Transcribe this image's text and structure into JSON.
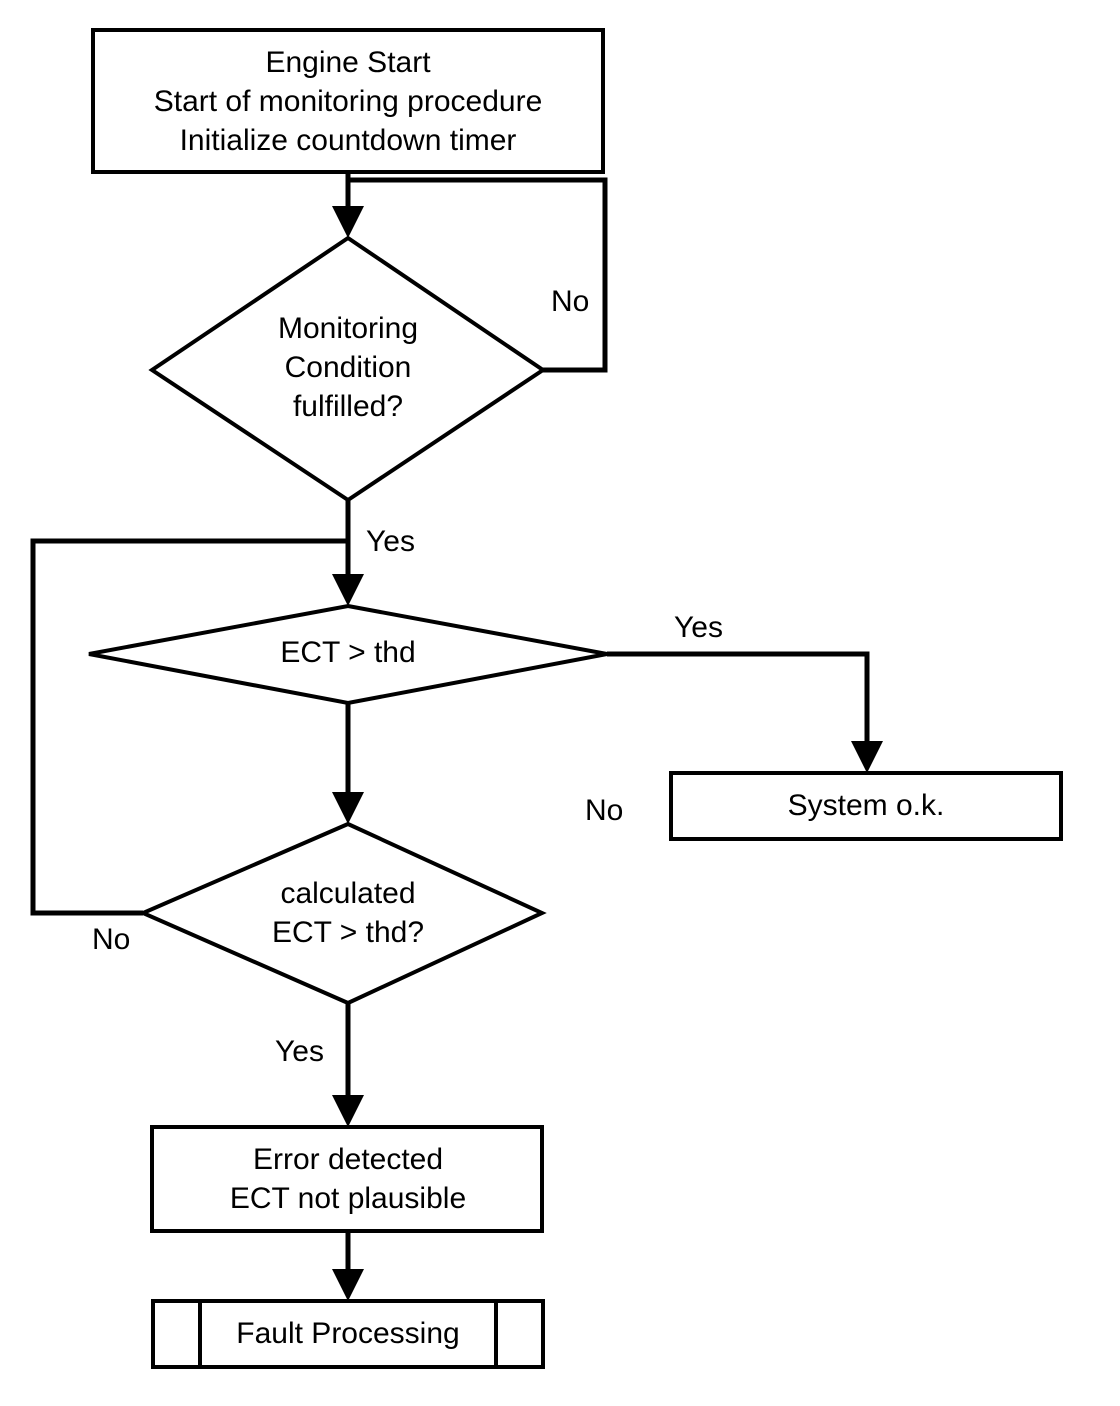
{
  "diagram": {
    "title": "ECT monitoring procedure flowchart",
    "background_color": "#ffffff",
    "line_color": "#000000",
    "nodes": {
      "start": {
        "shape": "process",
        "lines": [
          "Engine Start",
          "Start of monitoring procedure",
          "Initialize countdown timer"
        ]
      },
      "monitoring_condition": {
        "shape": "decision",
        "lines": [
          "Monitoring",
          "Condition",
          "fulfilled?"
        ]
      },
      "ect_gt_thd": {
        "shape": "decision",
        "lines": [
          "ECT > thd"
        ]
      },
      "calculated_ect_gt_thd": {
        "shape": "decision",
        "lines": [
          "calculated",
          "ECT > thd?"
        ]
      },
      "system_ok": {
        "shape": "process",
        "lines": [
          "System o.k."
        ]
      },
      "error_detected": {
        "shape": "process",
        "lines": [
          "Error detected",
          "ECT not plausible"
        ]
      },
      "fault_processing": {
        "shape": "predefined-process",
        "lines": [
          "Fault Processing"
        ]
      }
    },
    "edge_labels": {
      "monitoring_no": "No",
      "monitoring_yes": "Yes",
      "ect_yes": "Yes",
      "ect_no": "No",
      "calculated_no": "No",
      "calculated_yes": "Yes"
    }
  }
}
